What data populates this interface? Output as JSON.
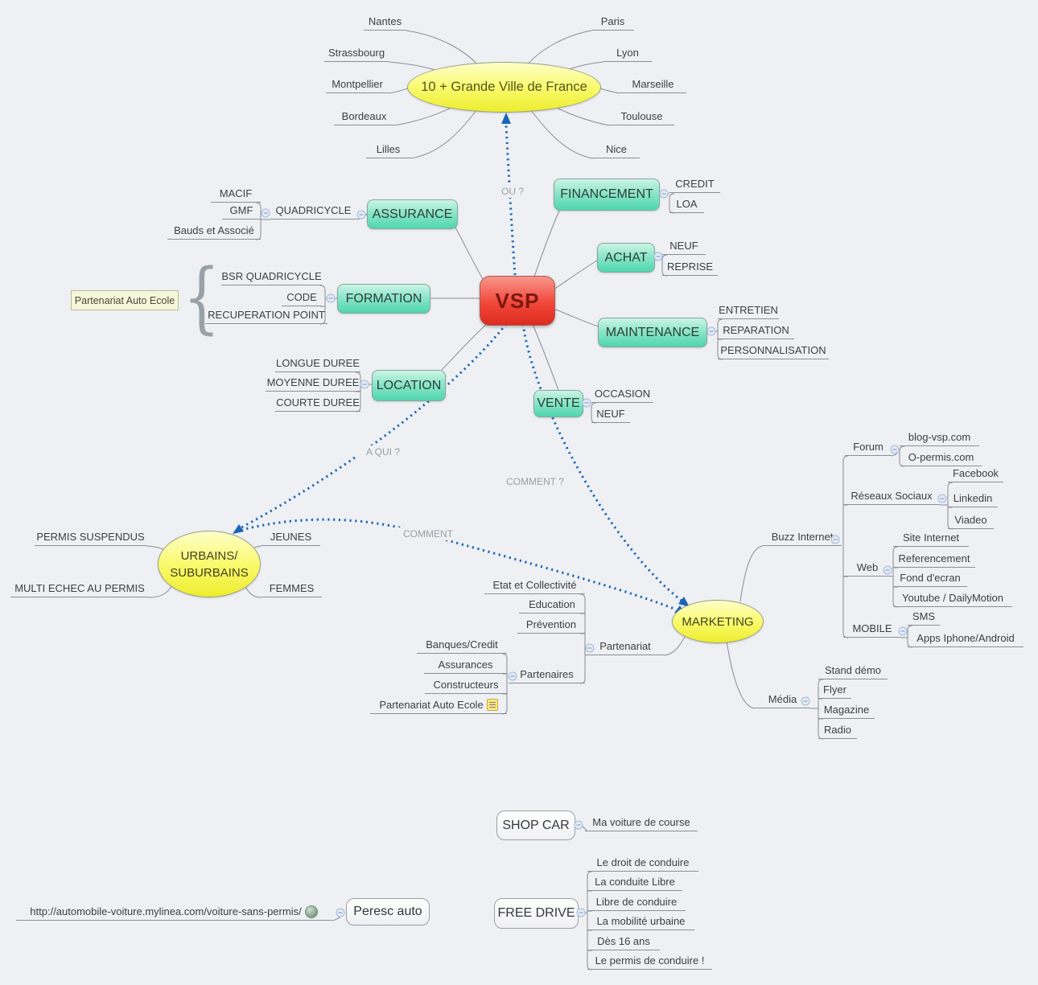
{
  "root": {
    "label": "VSP"
  },
  "relations": {
    "ou": "OU ?",
    "a_qui": "A QUI ?",
    "comment_q": "COMMENT ?",
    "comment": "COMMENT"
  },
  "cities": {
    "title": "10 + Grande Ville de France",
    "left": [
      "Nantes",
      "Strassbourg",
      "Montpellier",
      "Bordeaux",
      "Lilles"
    ],
    "right": [
      "Paris",
      "Lyon",
      "Marseille",
      "Toulouse",
      "Nice"
    ]
  },
  "assurance": {
    "label": "ASSURANCE",
    "quadricycle": {
      "label": "QUADRICYCLE",
      "children": [
        "MACIF",
        "GMF",
        "Bauds et Associé"
      ]
    }
  },
  "formation": {
    "label": "FORMATION",
    "children": [
      "BSR QUADRICYCLE",
      "CODE",
      "RECUPERATION POINT"
    ],
    "note": "Partenariat Auto Ecole",
    "brace": "{"
  },
  "location": {
    "label": "LOCATION",
    "children": [
      "LONGUE DUREE",
      "MOYENNE DUREE",
      "COURTE DUREE"
    ]
  },
  "financement": {
    "label": "FINANCEMENT",
    "children": [
      "CREDIT",
      "LOA"
    ]
  },
  "achat": {
    "label": "ACHAT",
    "children": [
      "NEUF",
      "REPRISE"
    ]
  },
  "maintenance": {
    "label": "MAINTENANCE",
    "children": [
      "ENTRETIEN",
      "REPARATION",
      "PERSONNALISATION"
    ]
  },
  "vente": {
    "label": "VENTE",
    "children": [
      "OCCASION",
      "NEUF"
    ]
  },
  "urbains": {
    "label": "URBAINS/\nSUBURBAINS",
    "left": [
      "PERMIS SUSPENDUS",
      "MULTI ECHEC AU PERMIS"
    ],
    "right": [
      "JEUNES",
      "FEMMES"
    ]
  },
  "marketing": {
    "label": "MARKETING",
    "buzz": {
      "label": "Buzz Internet",
      "forum": {
        "label": "Forum",
        "children": [
          "blog-vsp.com",
          "O-permis.com"
        ]
      },
      "reseaux": {
        "label": "Réseaux Sociaux",
        "children": [
          "Facebook",
          "Linkedin",
          "Viadeo"
        ]
      },
      "web": {
        "label": "Web",
        "children": [
          "Site Internet",
          "Referencement",
          "Fond d'ecran",
          "Youtube / DailyMotion"
        ]
      },
      "mobile": {
        "label": "MOBILE",
        "children": [
          "SMS",
          "Apps Iphone/Android"
        ]
      }
    },
    "media": {
      "label": "Média",
      "children": [
        "Stand démo",
        "Flyer",
        "Magazine",
        "Radio"
      ]
    },
    "partenariat": {
      "label": "Partenariat",
      "etat": {
        "label": "Etat et Collectivité",
        "children": [
          "Education",
          "Prévention"
        ]
      },
      "partenaires": {
        "label": "Partenaires",
        "children": [
          "Banques/Credit",
          "Assurances",
          "Constructeurs",
          "Partenariat Auto Ecole"
        ]
      }
    }
  },
  "shopcar": {
    "label": "SHOP CAR",
    "child": "Ma voiture de course"
  },
  "freedrive": {
    "label": "FREE DRIVE",
    "children": [
      "Le droit de conduire",
      "La conduite Libre",
      "Libre de conduire",
      "La mobilité urbaine",
      "Dès 16 ans",
      "Le permis de conduire !"
    ]
  },
  "peresc": {
    "label": "Peresc auto",
    "url": "http://automobile-voiture.mylinea.com/voiture-sans-permis/"
  },
  "icons": {
    "collapse": "minus-circle",
    "note": "yellow-note",
    "globe": "globe"
  },
  "colors": {
    "background": "#eef0f3",
    "topic_teal_top": "#cdf5e6",
    "topic_teal_bottom": "#4fd6ae",
    "root_red_top": "#f9968b",
    "root_red_bottom": "#dc2c1f",
    "ellipse_yellow_top": "#fdffc9",
    "ellipse_yellow_bottom": "#eded2e",
    "wire_gray": "#878d96",
    "arrow_blue": "#1a64b8",
    "note_bg": "#f6f6da"
  }
}
